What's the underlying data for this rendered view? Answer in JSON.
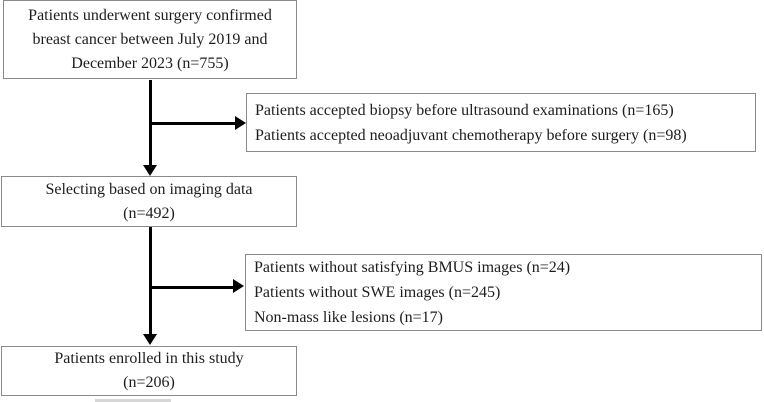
{
  "flowchart": {
    "colors": {
      "box_border": "#8a8a8a",
      "arrow": "#000000",
      "text": "#1d1d1d",
      "background": "#ffffff"
    },
    "boxes": {
      "top": {
        "lines": [
          "Patients underwent surgery confirmed",
          "breast cancer between July 2019 and",
          "December 2023 (n=755)"
        ]
      },
      "exclusion1": {
        "lines": [
          "Patients accepted biopsy before ultrasound examinations (n=165)",
          "Patients accepted neoadjuvant chemotherapy before surgery (n=98)"
        ]
      },
      "selection": {
        "lines": [
          "Selecting based on imaging data",
          "(n=492)"
        ]
      },
      "exclusion2": {
        "lines": [
          "Patients without satisfying BMUS images (n=24)",
          "Patients without SWE images (n=245)",
          "Non-mass like lesions (n=17)"
        ]
      },
      "enrolled": {
        "lines": [
          "Patients enrolled in this study",
          "(n=206)"
        ]
      }
    }
  }
}
